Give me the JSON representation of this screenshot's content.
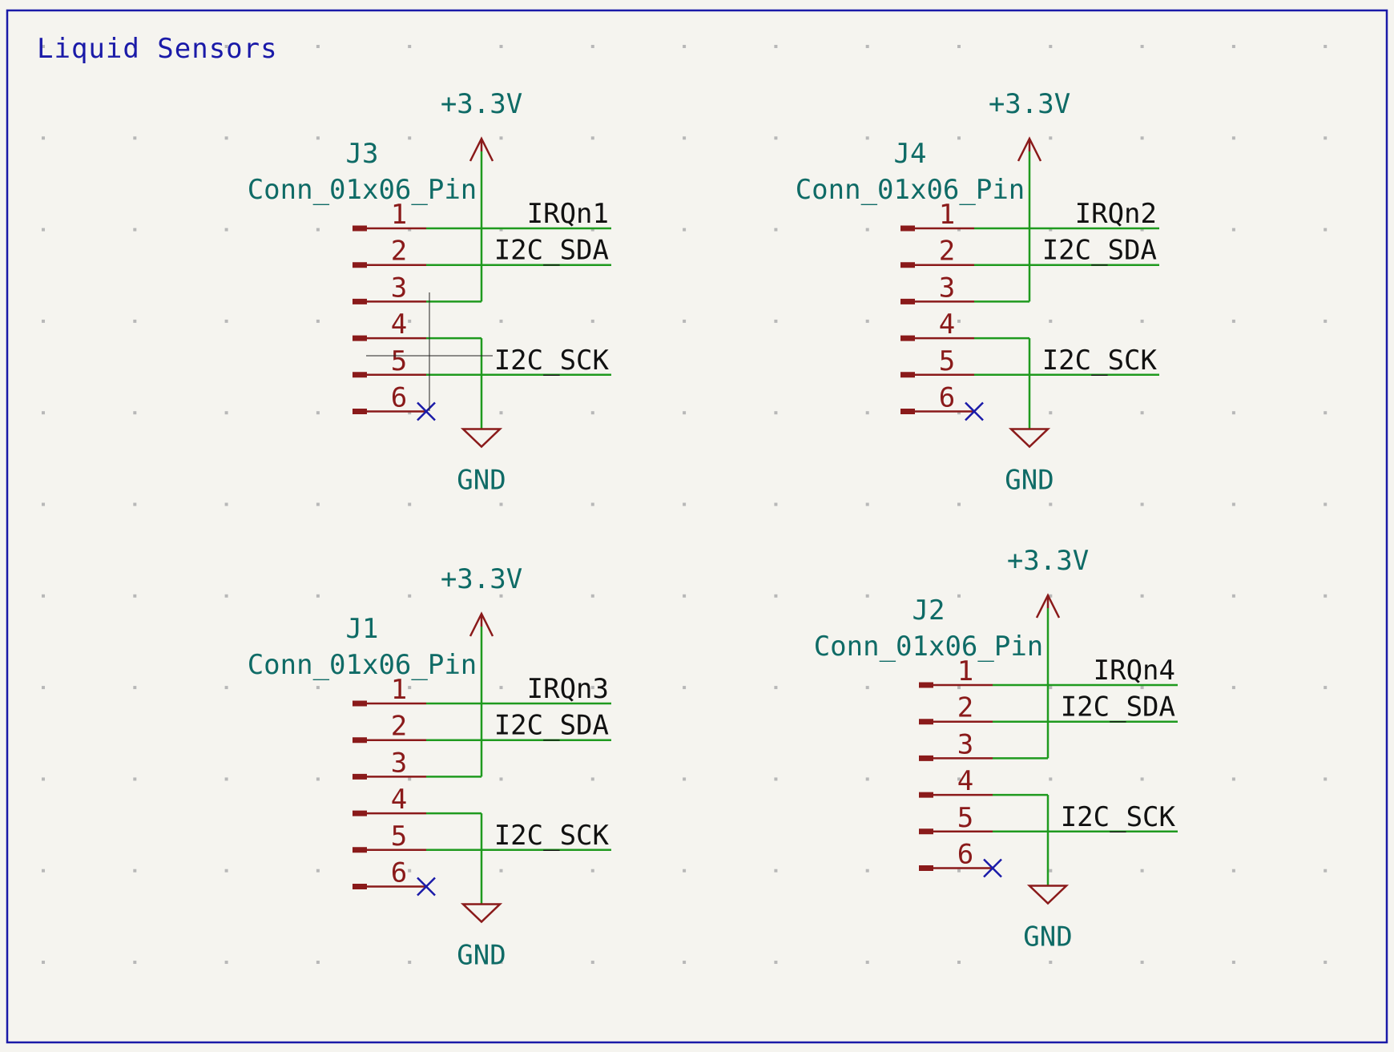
{
  "sheet": {
    "title": "Liquid Sensors",
    "colors": {
      "background": "#f5f4ef",
      "border": "#1a1aa8",
      "wire": "#1f9a1f",
      "pin": "#8a1a1a",
      "value_text": "#0f6b66",
      "net_text": "#111111",
      "no_connect": "#1a1aa8",
      "grid_dot": "#b8b8b8"
    }
  },
  "connectors": [
    {
      "ref": "J3",
      "value": "Conn_01x06_Pin",
      "pins": [
        "1",
        "2",
        "3",
        "4",
        "5",
        "6"
      ],
      "power_label": "+3.3V",
      "ground_label": "GND",
      "net_labels": [
        "IRQn1",
        "I2C_SDA",
        "I2C_SCK"
      ]
    },
    {
      "ref": "J4",
      "value": "Conn_01x06_Pin",
      "pins": [
        "1",
        "2",
        "3",
        "4",
        "5",
        "6"
      ],
      "power_label": "+3.3V",
      "ground_label": "GND",
      "net_labels": [
        "IRQn2",
        "I2C_SDA",
        "I2C_SCK"
      ]
    },
    {
      "ref": "J1",
      "value": "Conn_01x06_Pin",
      "pins": [
        "1",
        "2",
        "3",
        "4",
        "5",
        "6"
      ],
      "power_label": "+3.3V",
      "ground_label": "GND",
      "net_labels": [
        "IRQn3",
        "I2C_SDA",
        "I2C_SCK"
      ]
    },
    {
      "ref": "J2",
      "value": "Conn_01x06_Pin",
      "pins": [
        "1",
        "2",
        "3",
        "4",
        "5",
        "6"
      ],
      "power_label": "+3.3V",
      "ground_label": "GND",
      "net_labels": [
        "IRQn4",
        "I2C_SDA",
        "I2C_SCK"
      ]
    }
  ]
}
